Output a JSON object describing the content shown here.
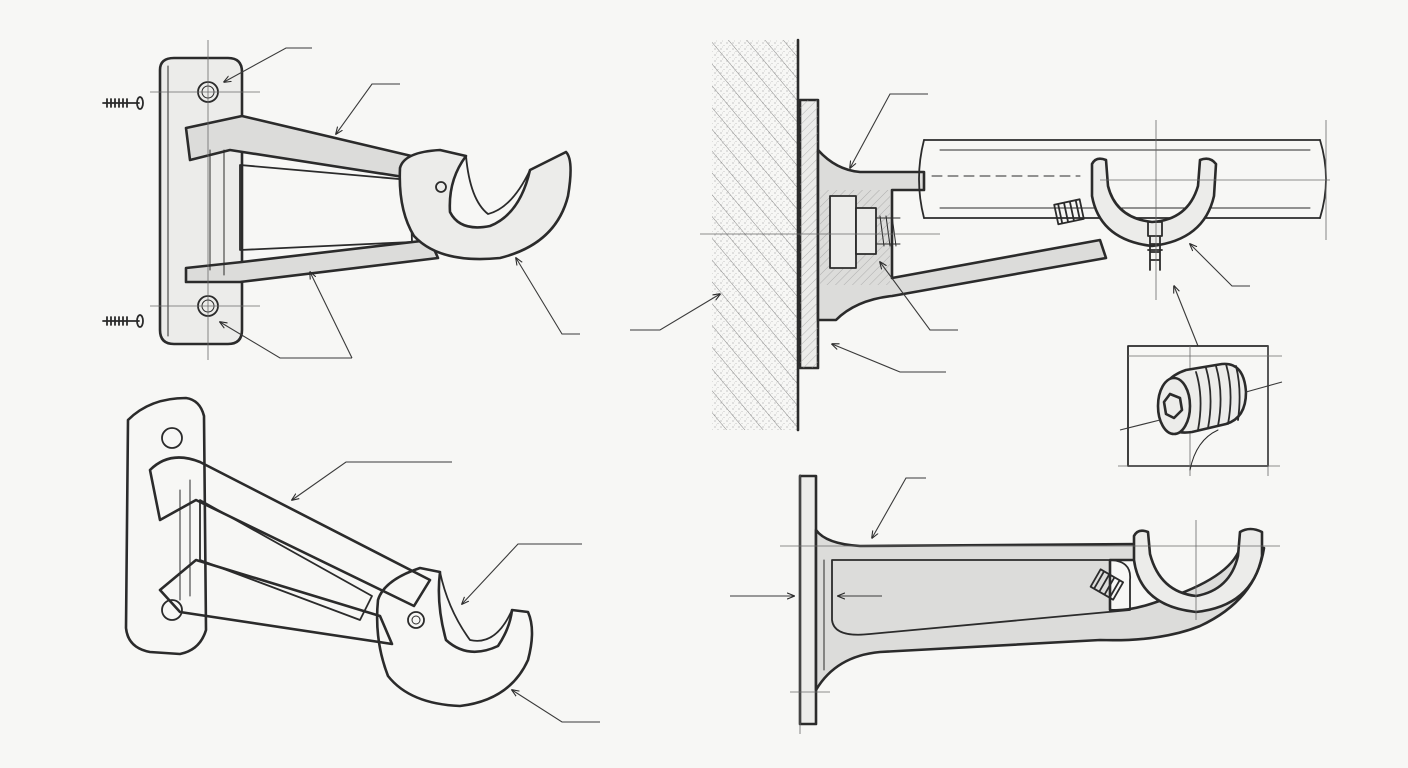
{
  "sheet": {
    "background": "#f7f7f5",
    "ink": "#2b2b2b"
  },
  "views": [
    {
      "id": "view-top-left",
      "subject": "bracket-perspective-smooth"
    },
    {
      "id": "view-top-right",
      "subject": "bracket-section-mounted"
    },
    {
      "id": "view-bottom-left",
      "subject": "bracket-perspective-textured"
    },
    {
      "id": "view-bottom-right",
      "subject": "bracket-side-elevation"
    },
    {
      "id": "view-detail",
      "subject": "set-screw-detail"
    }
  ]
}
